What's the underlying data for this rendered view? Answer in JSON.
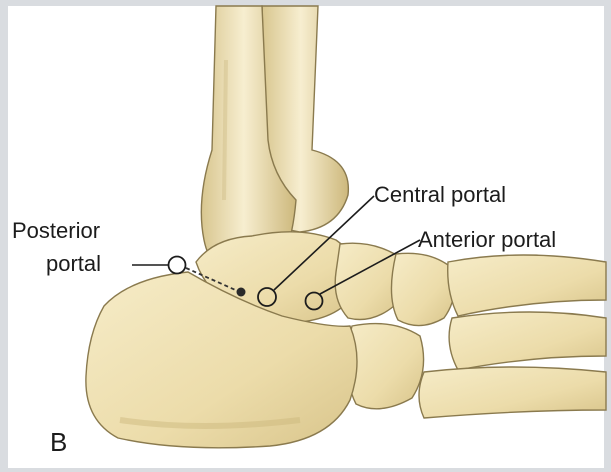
{
  "panel_letter": "B",
  "labels": {
    "posterior_portal_line1": "Posterior",
    "posterior_portal_line2": "portal",
    "central_portal": "Central portal",
    "anterior_portal": "Anterior portal"
  },
  "colors": {
    "bone_fill": "#efe3b8",
    "bone_shadow": "#c9b57a",
    "bone_outline": "#8a7a4e",
    "label_line": "#1c1c1c",
    "background_edge": "#d9dce0",
    "figure_background": "#ffffff"
  }
}
